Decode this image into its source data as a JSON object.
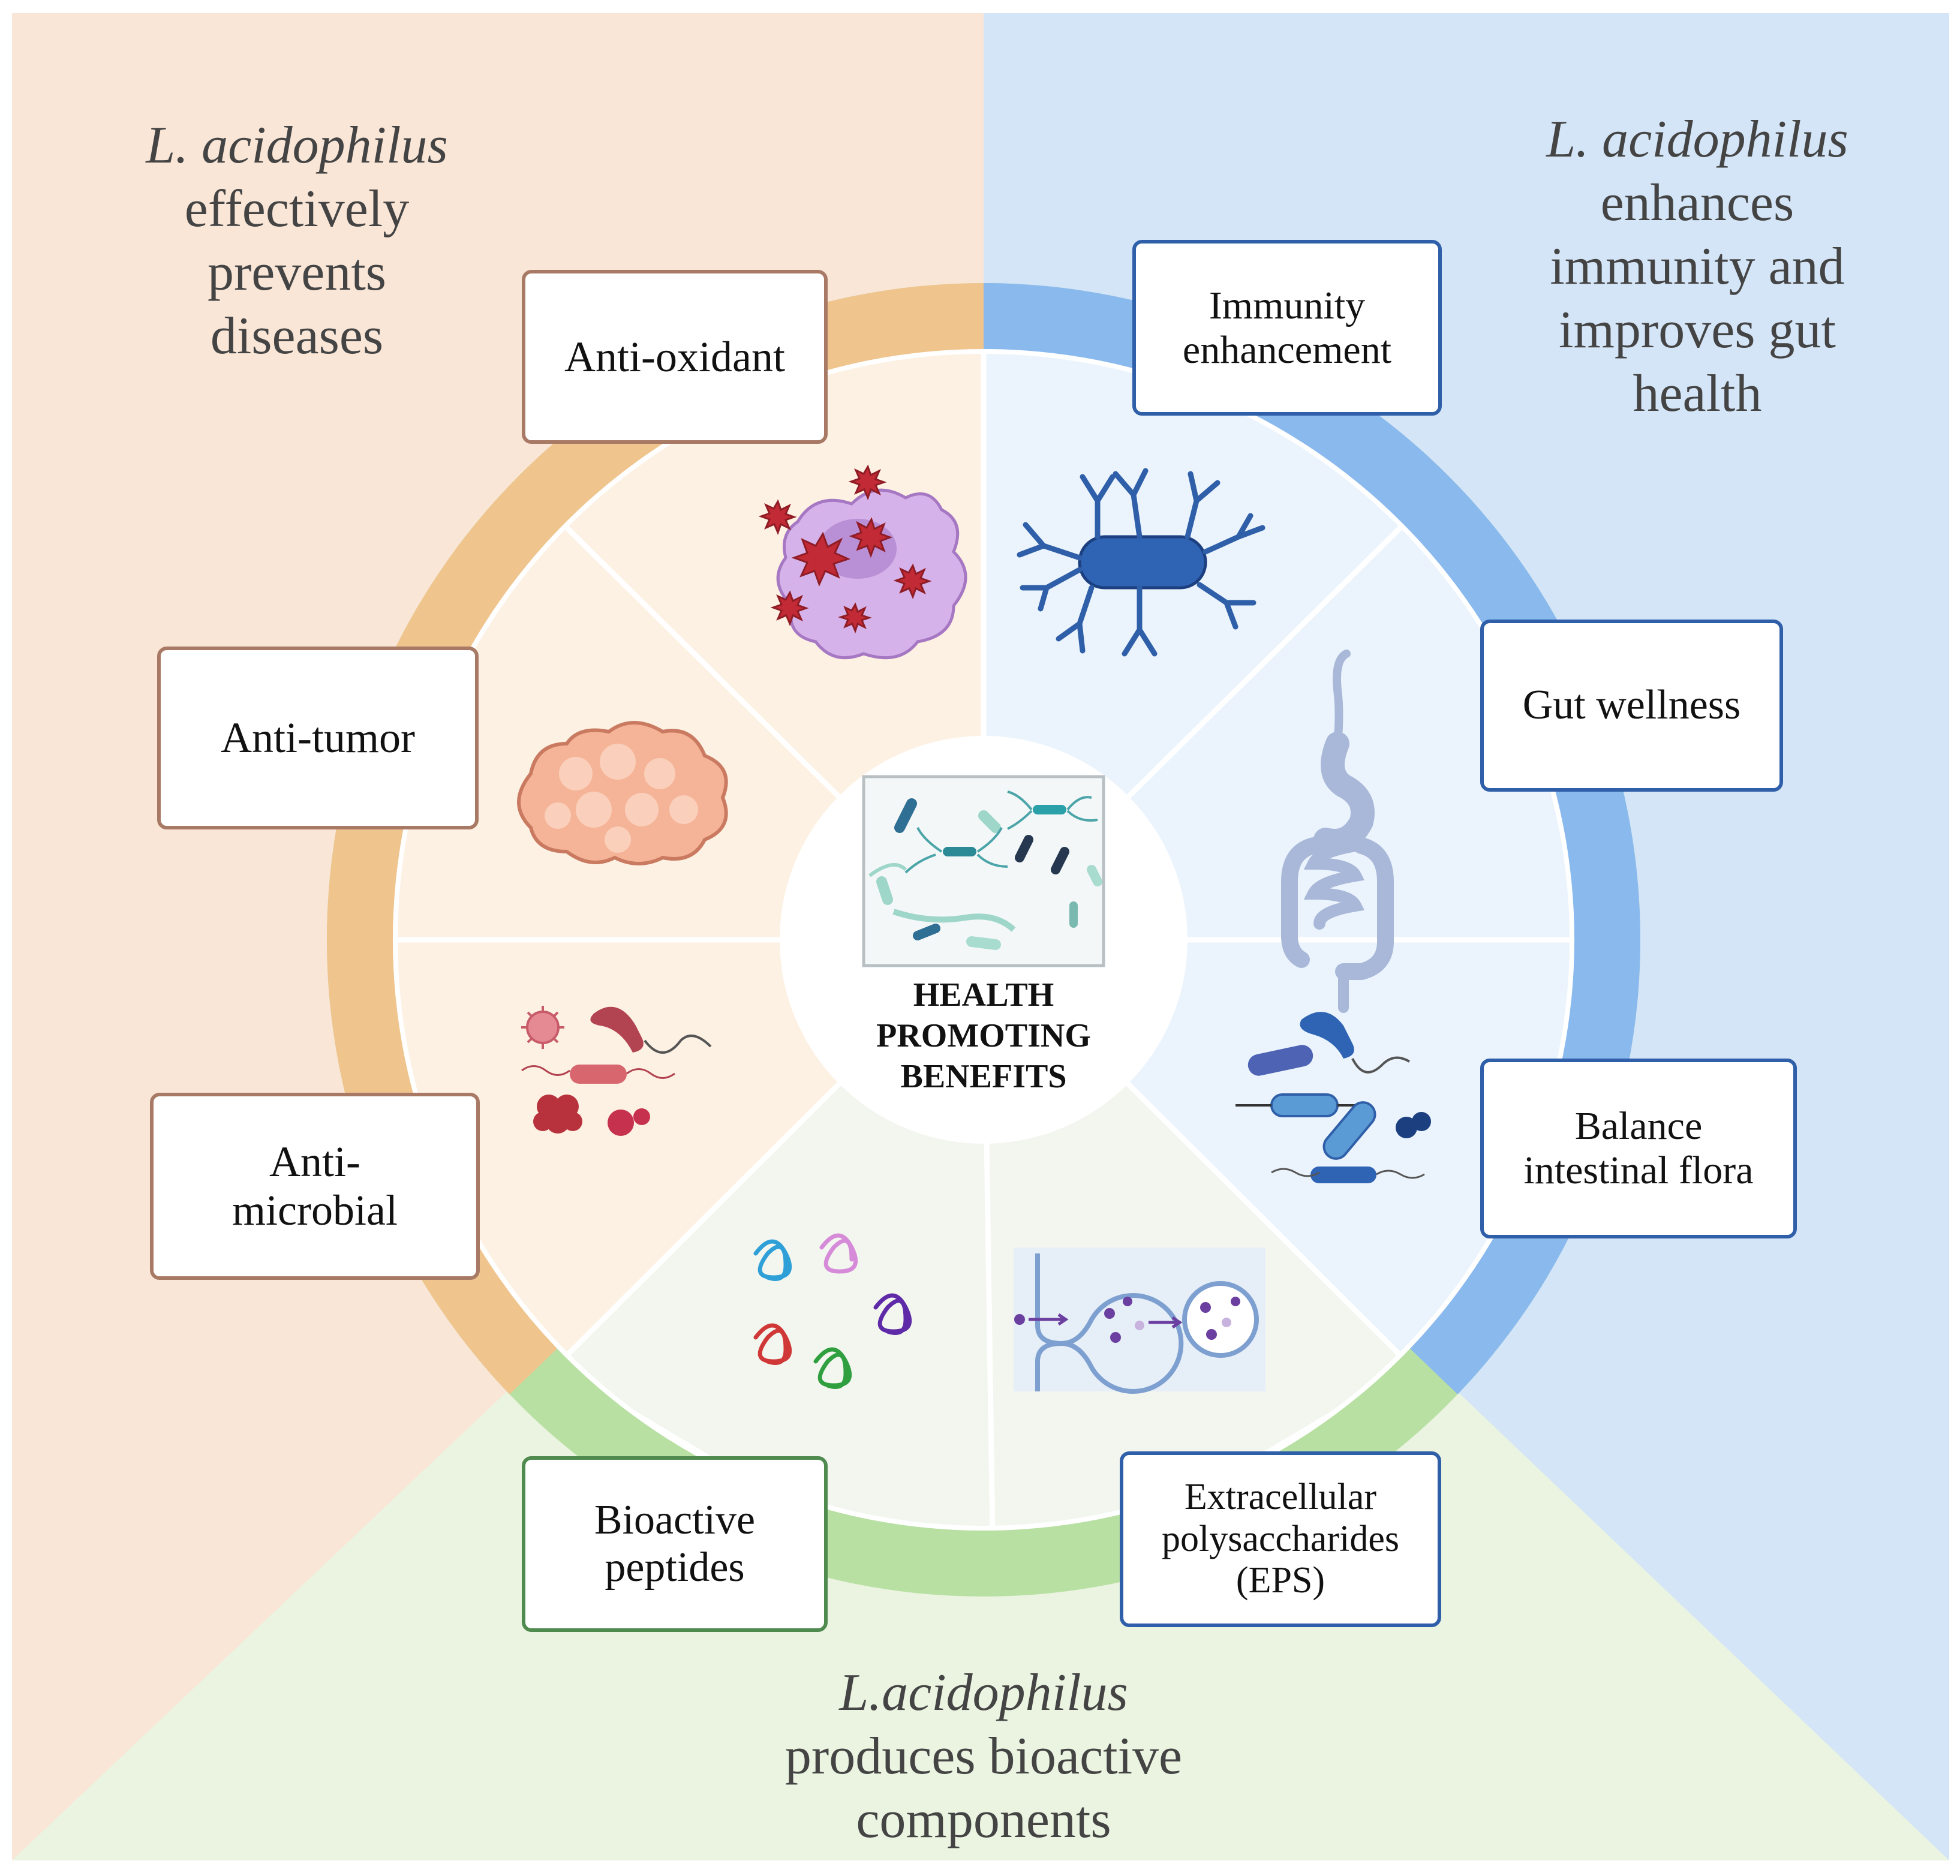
{
  "colors": {
    "bg_orange": "#f9e6d7",
    "bg_blue": "#d4e5f7",
    "bg_green": "#eaf4e1",
    "ring_orange": "#efc48d",
    "ring_blue": "#8ab9ee",
    "ring_green": "#b9e0a3",
    "sector_orange": "#fdf1e3",
    "sector_blue": "#ebf4fd",
    "sector_green": "#f3f6ef",
    "box_border_orange": "#a87a66",
    "box_border_blue": "#2f5fa8",
    "box_border_green": "#4f8a4f"
  },
  "headings": {
    "disease": {
      "species": "L. acidophilus",
      "lines": [
        "effectively",
        "prevents",
        "diseases"
      ]
    },
    "immunity": {
      "species": "L. acidophilus",
      "lines": [
        "enhances",
        "immunity and",
        "improves gut",
        "health"
      ]
    },
    "components": {
      "species": "L.acidophilus",
      "lines": [
        "produces bioactive",
        "components"
      ]
    }
  },
  "center": {
    "lines": [
      "HEALTH",
      "PROMOTING",
      "BENEFITS"
    ],
    "icon": "bacteria-culture-icon"
  },
  "benefits": {
    "anti_oxidant": {
      "lines": [
        "Anti-oxidant"
      ],
      "icon": "oxidative-stress-cell-icon"
    },
    "anti_tumor": {
      "lines": [
        "Anti-tumor"
      ],
      "icon": "tumor-mass-icon"
    },
    "anti_microbial": {
      "lines": [
        "Anti-",
        "microbial"
      ],
      "icon": "pathogens-icon"
    },
    "immunity": {
      "lines": [
        "Immunity",
        "enhancement"
      ],
      "icon": "antibody-bacterium-icon"
    },
    "gut": {
      "lines": [
        "Gut wellness"
      ],
      "icon": "digestive-tract-icon"
    },
    "flora": {
      "lines": [
        "Balance",
        "intestinal flora"
      ],
      "icon": "gut-bacteria-icon"
    },
    "peptides": {
      "lines": [
        "Bioactive",
        "peptides"
      ],
      "icon": "peptide-chains-icon"
    },
    "eps": {
      "lines": [
        "Extracellular",
        "polysaccharides",
        "(EPS)"
      ],
      "icon": "secretion-vesicle-icon"
    }
  }
}
